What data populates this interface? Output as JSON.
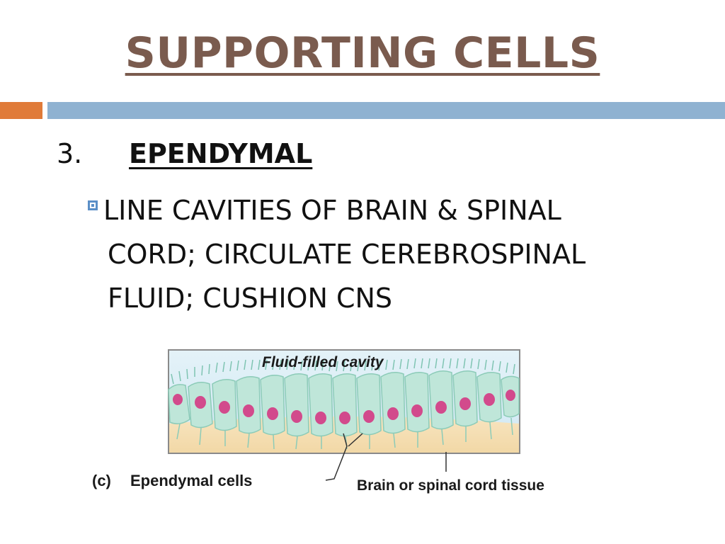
{
  "slide": {
    "title": "SUPPORTING CELLS",
    "item_number": "3.",
    "item_heading": "EPENDYMAL",
    "bullet": "LINE CAVITIES OF BRAIN & SPINAL CORD; CIRCULATE CEREBROSPINAL FLUID; CUSHION CNS"
  },
  "figure": {
    "cavity_label": "Fluid-filled cavity",
    "caption_letter": "(c)",
    "caption": "Ependymal cells",
    "tissue_label": "Brain or spinal cord tissue"
  },
  "colors": {
    "title": "#7a5b4e",
    "accent_orange": "#e07b39",
    "accent_blue": "#8fb2d1",
    "bullet": "#5b8fc7",
    "cavity": "#cfe8f4",
    "cell": "#bfe6d9",
    "nucleus": "#d24a8c",
    "tissue": "#f5deb0"
  }
}
